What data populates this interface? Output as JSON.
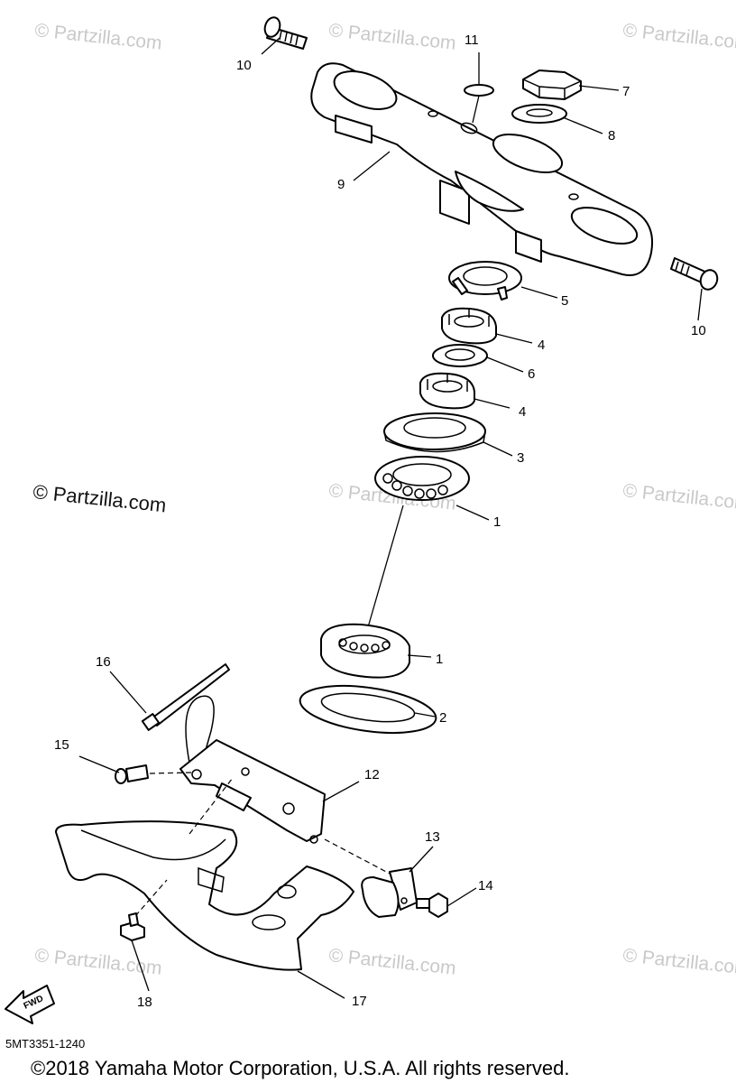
{
  "watermark": "© Partzilla.com",
  "callouts": [
    "1",
    "1",
    "2",
    "3",
    "4",
    "4",
    "5",
    "6",
    "7",
    "8",
    "9",
    "10",
    "10",
    "11",
    "12",
    "13",
    "14",
    "15",
    "16",
    "17",
    "18"
  ],
  "diagram_code": "5MT3351-1240",
  "copyright": "©2018  Yamaha Motor Corporation, U.S.A. All rights reserved.",
  "fwd_label": "FWD"
}
